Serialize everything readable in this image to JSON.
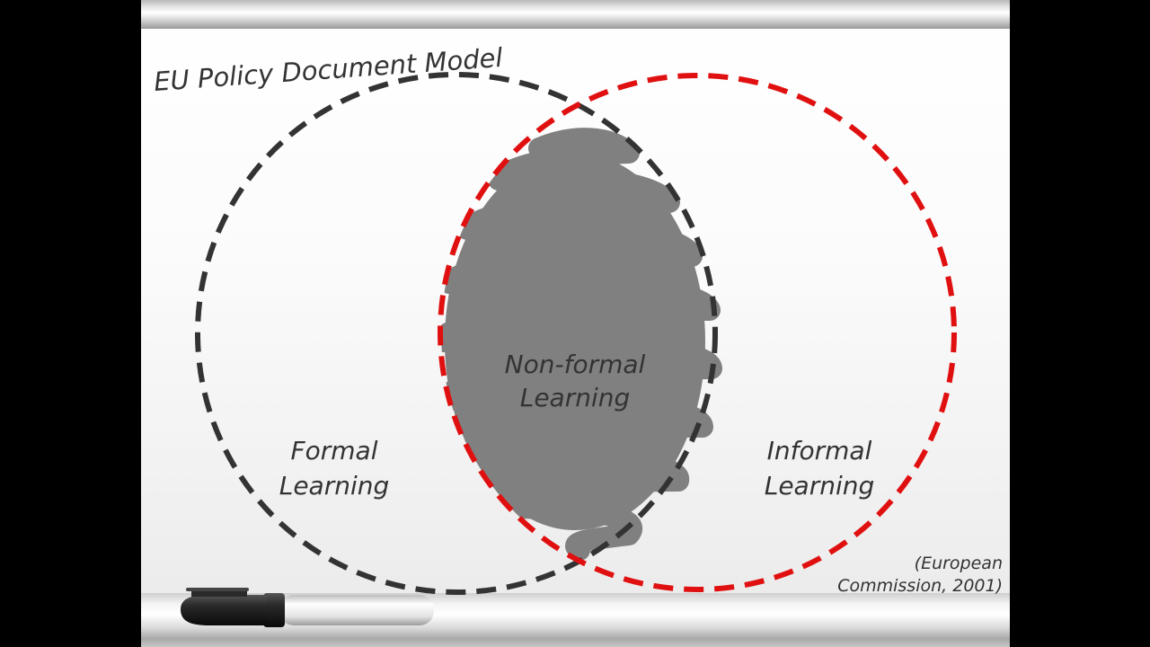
{
  "title": "EU Policy Document Model",
  "regions": {
    "formal": [
      "Formal",
      "Learning"
    ],
    "nonformal": [
      "Non-formal",
      "Learning"
    ],
    "informal": [
      "Informal",
      "Learning"
    ]
  },
  "citation": [
    "(European",
    "Commission, 2001)"
  ],
  "colors": {
    "formal_circle": "#333333",
    "informal_circle": "#e01010",
    "overlap_fill": "#808080",
    "board": "#f7f7f7",
    "background": "#000000"
  }
}
